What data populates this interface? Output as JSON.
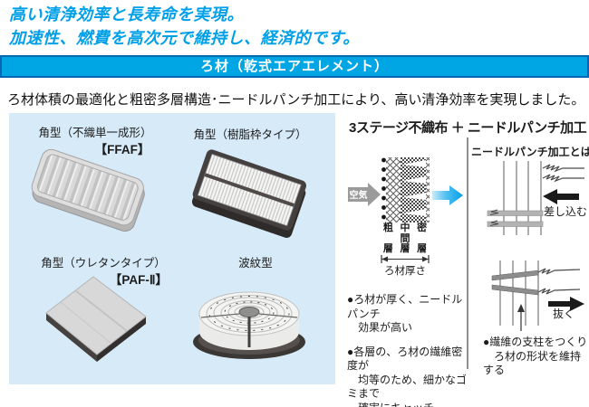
{
  "header": {
    "headline_line1": "高い清浄効率と長寿命を実現。",
    "headline_line2": "加速性、燃費を高次元で維持し、経済的です。",
    "banner_title": "ろ材（乾式エアエレメント）",
    "intro_text": "ろ材体積の最適化と粗密多層構造･ニードルパンチ加工により、高い清浄効率を実現しました。"
  },
  "colors": {
    "headline_blue": "#00a0e9",
    "banner_fill": "#00a5e3",
    "banner_border": "#0067b5",
    "panel_bg": "#d7eaf8",
    "air_arrow_gray": "#9b9b9b",
    "flow_arrow_cyan": "#00a0e9",
    "needle_arrow_black": "#1a1a1a",
    "text_dark": "#1c1c1c"
  },
  "filter_panel": {
    "items": [
      {
        "label": "角型（不織単一成形）",
        "code": "【FFAF】",
        "illustration": "pleated-gray-filter"
      },
      {
        "label": "角型（樹脂枠タイプ）",
        "code": "",
        "illustration": "resin-frame-filter"
      },
      {
        "label": "角型（ウレタンタイプ）",
        "code": "【PAF-Ⅱ】",
        "illustration": "urethane-flat-filter"
      },
      {
        "label": "波紋型",
        "code": "",
        "illustration": "round-ripple-filter"
      }
    ]
  },
  "process": {
    "title": "3ステージ不織布 ＋ ニードルパンチ加工",
    "air_label": "空気",
    "layer_grid": [
      [
        "粗",
        "中",
        "密"
      ],
      [
        "",
        "間",
        ""
      ],
      [
        "層",
        "層",
        "層"
      ]
    ],
    "thickness_label": "ろ材厚さ",
    "bullets": [
      "●ろ材が厚く、ニードルパンチ\n　効果が高い",
      "●各層の、ろ材の繊維密度が\n　均等のため、細かなゴミまで\n　確実にキャッチ"
    ],
    "needle": {
      "subtitle": "ニードルパンチ加工とは?",
      "insert_label": "差し込む",
      "pull_label": "抜く",
      "bullet": "●繊維の支柱をつくり\n　ろ材の形状を維持する"
    }
  }
}
